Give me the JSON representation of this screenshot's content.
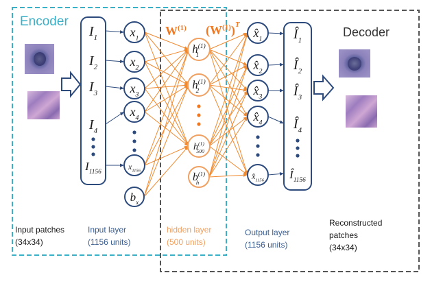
{
  "encoder": {
    "title": "Encoder",
    "input_patches_label_line1": "Input patches",
    "input_patches_label_line2": "(34x34)"
  },
  "decoder": {
    "title": "Decoder",
    "reconstructed_label_line1": "Reconstructed",
    "reconstructed_label_line2": "patches",
    "reconstructed_label_line3": "(34x34)"
  },
  "input_vector": {
    "items": [
      {
        "base": "I",
        "sub": "1"
      },
      {
        "base": "I",
        "sub": "2"
      },
      {
        "base": "I",
        "sub": "3"
      },
      {
        "base": "I",
        "sub": "4"
      },
      {
        "base": "I",
        "sub": "1156"
      }
    ]
  },
  "input_layer": {
    "nodes": [
      {
        "base": "x",
        "sub": "1"
      },
      {
        "base": "x",
        "sub": "2"
      },
      {
        "base": "x",
        "sub": "3"
      },
      {
        "base": "x",
        "sub": "4"
      },
      {
        "base": "x",
        "sub": "1156"
      }
    ],
    "bias": {
      "base": "b",
      "sub": "x"
    },
    "label_line1": "Input layer",
    "label_line2": "(1156 units)"
  },
  "hidden_layer": {
    "nodes": [
      {
        "base": "h",
        "sub": "1",
        "sup": "(1)"
      },
      {
        "base": "h",
        "sub": "2",
        "sup": "(1)"
      },
      {
        "base": "h",
        "sub": "500",
        "sup": "(1)"
      }
    ],
    "bias": {
      "base": "b",
      "sub": "h",
      "sup": "(1)"
    },
    "label_line1": "hidden layer",
    "label_line2": "(500 units)"
  },
  "weights": {
    "w1": {
      "base": "W",
      "sup": "(1)"
    },
    "w1t": {
      "base": "(W",
      "sup": "(1)",
      "close": ")",
      "tsup": "T"
    }
  },
  "output_layer": {
    "nodes": [
      {
        "base": "x̂",
        "sub": "1"
      },
      {
        "base": "x̂",
        "sub": "2"
      },
      {
        "base": "x̂",
        "sub": "3"
      },
      {
        "base": "x̂",
        "sub": "4"
      },
      {
        "base": "x̂",
        "sub": "1156"
      }
    ],
    "label_line1": "Output layer",
    "label_line2": "(1156 units)"
  },
  "output_vector": {
    "items": [
      {
        "base": "Î",
        "sub": "1"
      },
      {
        "base": "Î",
        "sub": "2"
      },
      {
        "base": "Î",
        "sub": "3"
      },
      {
        "base": "Î",
        "sub": "4"
      },
      {
        "base": "Î",
        "sub": "1156"
      }
    ]
  },
  "colors": {
    "encoder_border": "#3ab0c7",
    "decoder_border": "#555555",
    "node_stroke": "#2c4a7c",
    "hidden_orange": "#f0a060",
    "connection_blue": "#2c4a7c",
    "connection_orange": "#f08a30",
    "dot_blue": "#2c4a7c",
    "dot_orange": "#f07820"
  }
}
